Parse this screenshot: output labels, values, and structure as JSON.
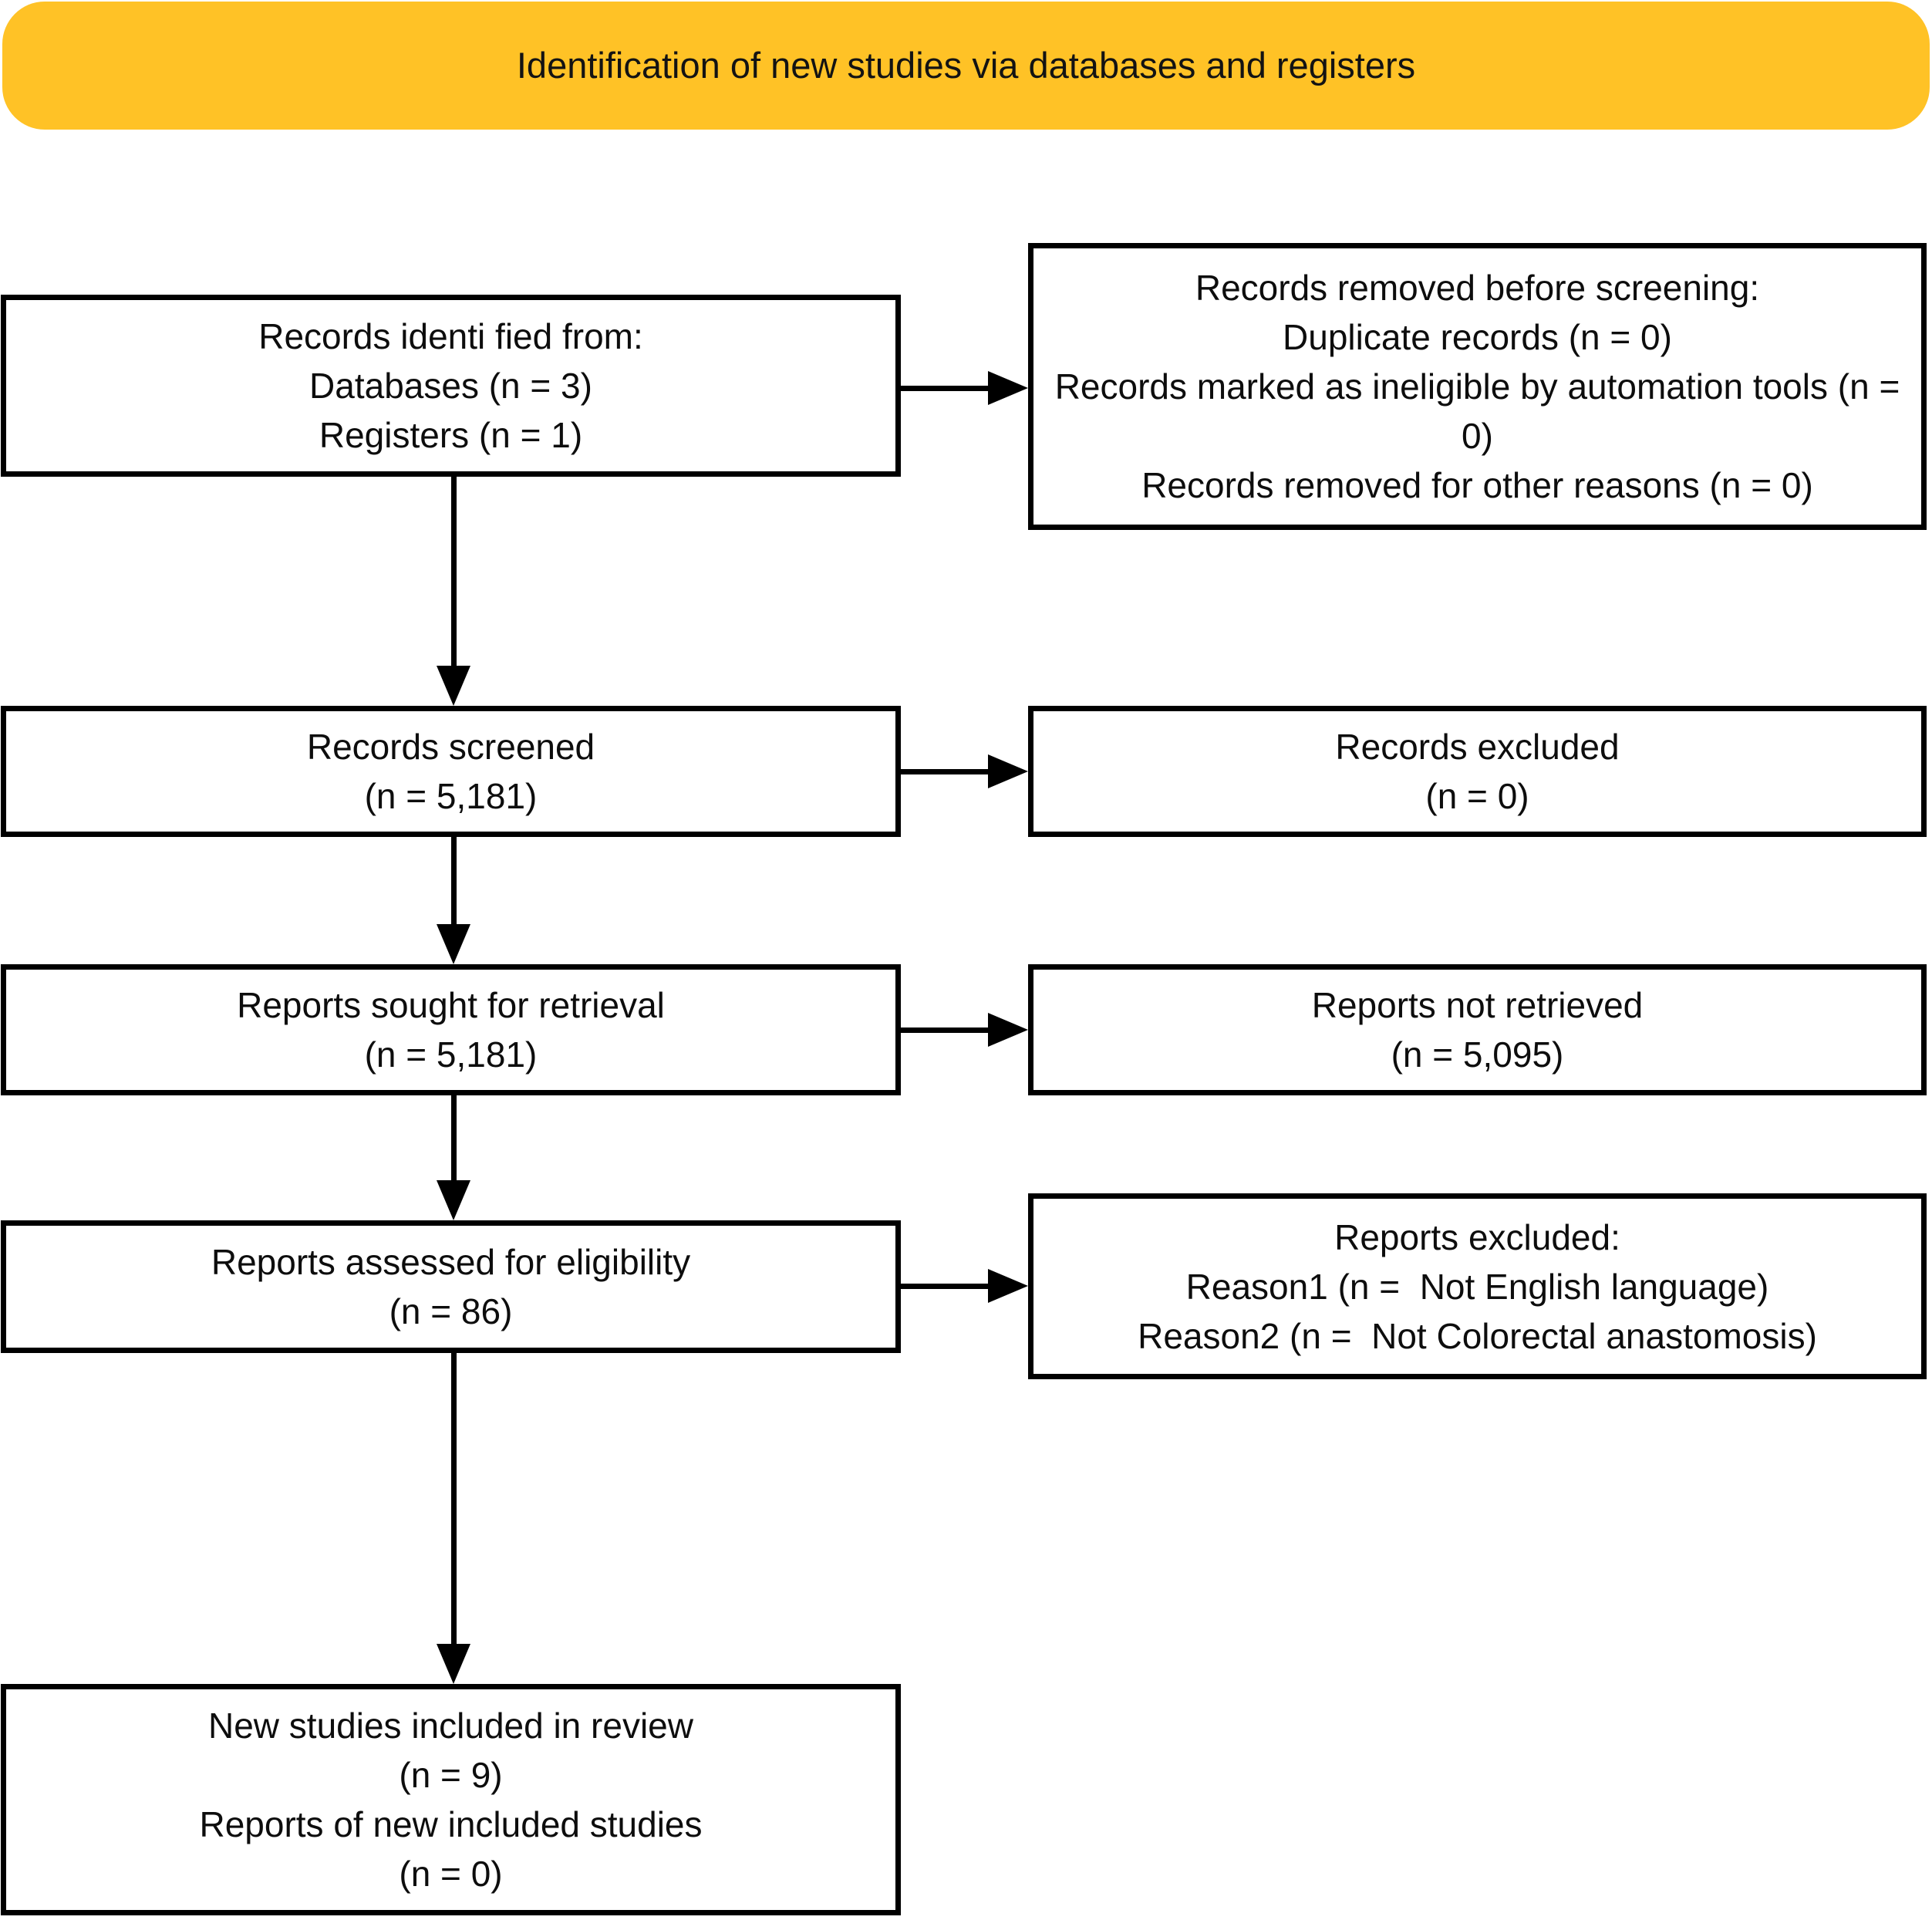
{
  "header": {
    "title": "Identification of new studies via databases and registers"
  },
  "colors": {
    "header_bg": "#FFC226",
    "line": "#000000",
    "box_bg": "#FFFFFF",
    "text": "#111111",
    "page_bg": "#FFFFFF"
  },
  "left_boxes": [
    {
      "id": "records-identified",
      "lines": [
        "Records identi fied from:",
        "Databases (n = 3)",
        "Registers (n = 1)"
      ]
    },
    {
      "id": "records-screened",
      "lines": [
        "Records screened",
        "(n = 5,181)"
      ]
    },
    {
      "id": "reports-sought-for-retrieval",
      "lines": [
        "Reports sought for retrieval",
        "(n = 5,181)"
      ]
    },
    {
      "id": "reports-assessed-for-eligibility",
      "lines": [
        "Reports assessed for eligibility",
        "(n = 86)"
      ]
    },
    {
      "id": "new-studies-included",
      "lines": [
        "New studies included in review",
        "(n = 9)",
        "Reports of new included studies",
        "(n = 0)"
      ]
    }
  ],
  "right_boxes": [
    {
      "id": "records-removed-before-screening",
      "lines": [
        "Records removed before screening:",
        "Duplicate records (n = 0)",
        "Records marked as ineligible by automation tools (n = 0)",
        "Records removed for other reasons (n = 0)"
      ]
    },
    {
      "id": "records-excluded",
      "lines": [
        "Records excluded",
        "(n = 0)"
      ]
    },
    {
      "id": "reports-not-retrieved",
      "lines": [
        "Reports not retrieved",
        "(n = 5,095)"
      ]
    },
    {
      "id": "reports-excluded",
      "lines": [
        "Reports excluded:",
        "Reason1 (n =  Not English language)",
        "Reason2 (n =  Not Colorectal anastomosis)"
      ]
    }
  ]
}
